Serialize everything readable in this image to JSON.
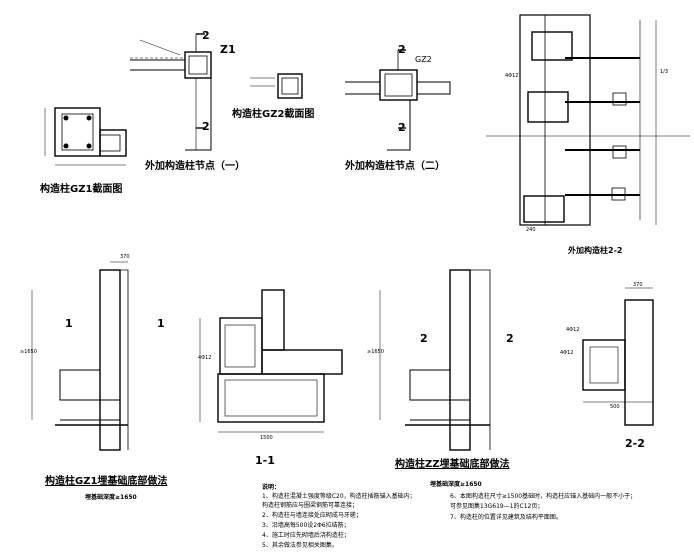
{
  "titles": {
    "gz1_section": "构造柱GZ1截面图",
    "gz2_section": "构造柱GZ2截面图",
    "node_one": "外加构造柱节点（一）",
    "node_two": "外加构造柱节点（二）",
    "detail_22": "外加构造柱2-2",
    "gz1_foundation": "构造柱GZ1埋基础底部做法",
    "gz2_foundation": "构造柱ZZ埋基础底部做法"
  },
  "labels": {
    "z1": "Z1",
    "gz2_tag": "GZ2",
    "sec2_top_a": "2",
    "sec2_bot_a": "2",
    "sec2_top_b": "2",
    "sec2_bot_b": "2",
    "sec1_left": "1",
    "sec1_right": "1",
    "sec1_cut": "1-1",
    "sec2_left": "2",
    "sec2_right": "2",
    "sec22_cut": "2-2",
    "d_4phi12_a": "4Φ12",
    "d_4phi12_b": "4Φ12",
    "d_4phi12_c": "4Φ12",
    "d_4phi12_d": "4Φ12",
    "d_240": "240",
    "d_370": "370",
    "d_370b": "370",
    "d_1500": "1500",
    "d_500": "500",
    "d_ge1650_a": "≥1650",
    "d_ge1650_b": "≥1650",
    "d_13": "1/3"
  },
  "captions": {
    "gz1_depth": "埋基础深度≥1650",
    "gz2_depth": "埋基础深度≥1650"
  },
  "notes": {
    "header": "说明：",
    "n1": "1、构造柱混凝土强度等级C20，构造柱插筋锚入基础内；",
    "n1b": "   构造柱钢筋应与圈梁钢筋可靠连接；",
    "n2": "2、构造柱与墙连接处应砌成马牙槎；",
    "n3": "3、沿墙高每500设2Φ6拉结筋；",
    "n4": "4、施工时应先砌墙后浇构造柱；",
    "n5": "5、其余做法参见相关图集。",
    "n6": "6、本图构造柱尺寸≥1500基础时，构造柱应锚入基础内一般不小于；",
    "n6b": "   可参见图集13G619—1的C12页；",
    "n7": "7、构造柱的位置详见建筑及结构平面图。"
  }
}
